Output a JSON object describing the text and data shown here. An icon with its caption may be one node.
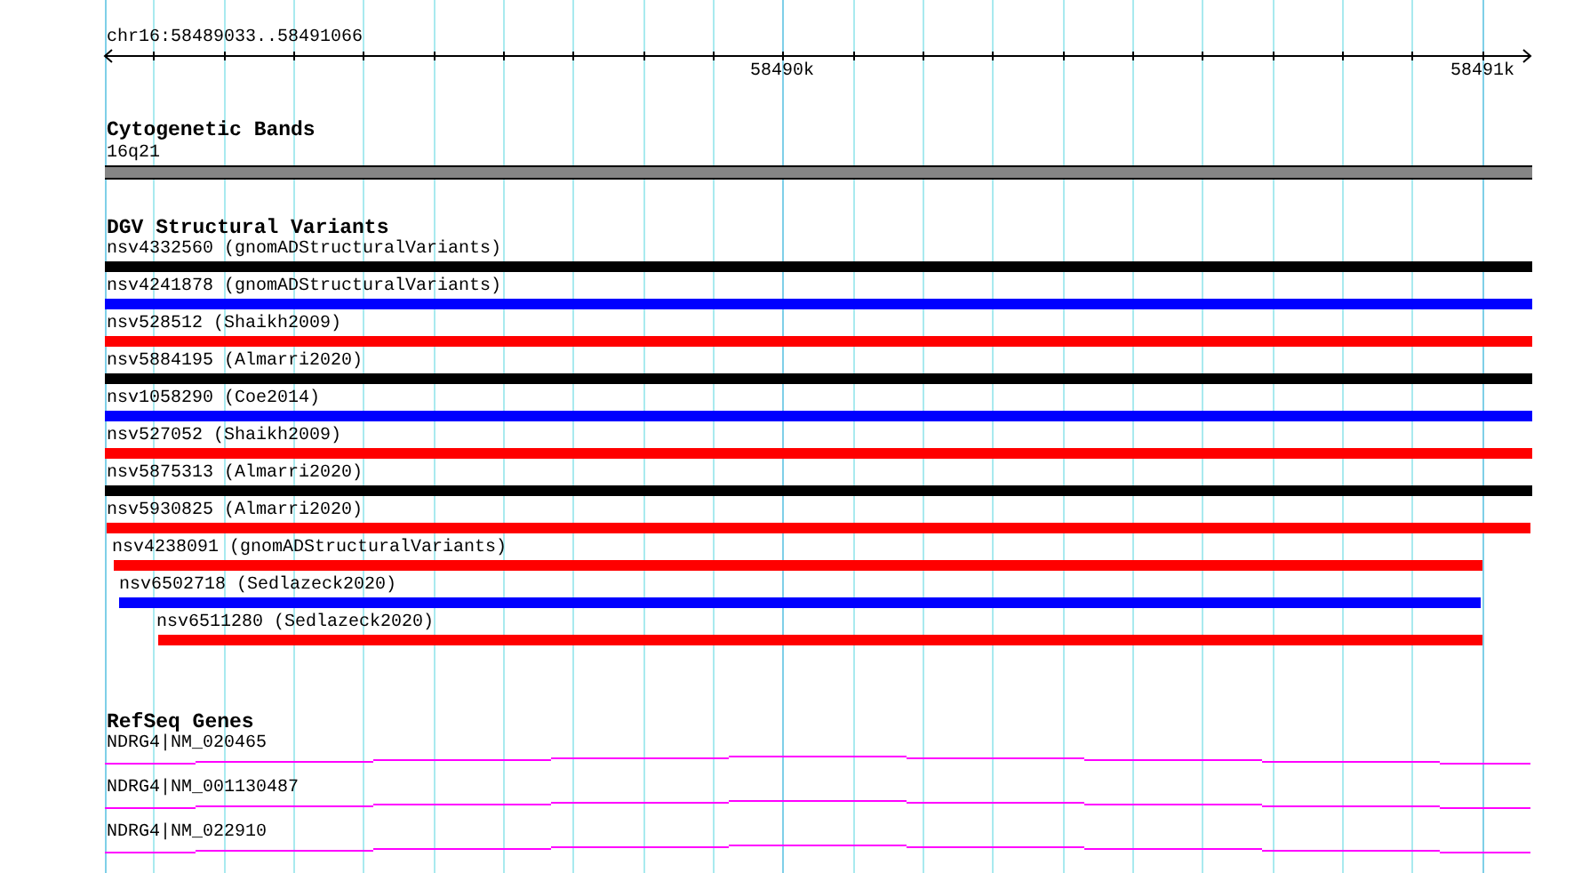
{
  "diagram": {
    "nodes": [
      {
        "text": [
          "16q21"
        ]
      },
      {
        "text": [
          "nsv4332560 (gnomADStructuralVariants)"
        ]
      },
      {
        "text": [
          "nsv4241878 (gnomADStructuralVariants)"
        ]
      },
      {
        "text": [
          "nsv528512 (Shaikh2009)"
        ]
      },
      {
        "text": [
          "nsv5884195 (Almarri2020)"
        ]
      },
      {
        "text": [
          "nsv1058290 (Coe2014)"
        ]
      },
      {
        "text": [
          "nsv527052 (Shaikh2009)"
        ]
      },
      {
        "text": [
          "nsv5875313 (Almarri2020)"
        ]
      },
      {
        "text": [
          "nsv5930825 (Almarri2020)"
        ]
      },
      {
        "text": [
          "nsv4238091 (gnomADStructuralVariants)"
        ]
      },
      {
        "text": [
          "nsv6502718 (Sedlazeck2020)"
        ]
      },
      {
        "text": [
          "nsv6511280 (Sedlazeck2020)"
        ]
      },
      {
        "text": [
          "NDRG4|NM_020465"
        ]
      },
      {
        "text": [
          "NDRG4|NM_001130487"
        ]
      },
      {
        "text": [
          "NDRG4|NM_022910"
        ]
      }
    ],
    "labels": [
      "chr16:58489033..58491066",
      "58490k",
      "58491k",
      "Cytogenetic Bands",
      "DGV Structural Variants",
      "RefSeq Genes"
    ]
  }
}
